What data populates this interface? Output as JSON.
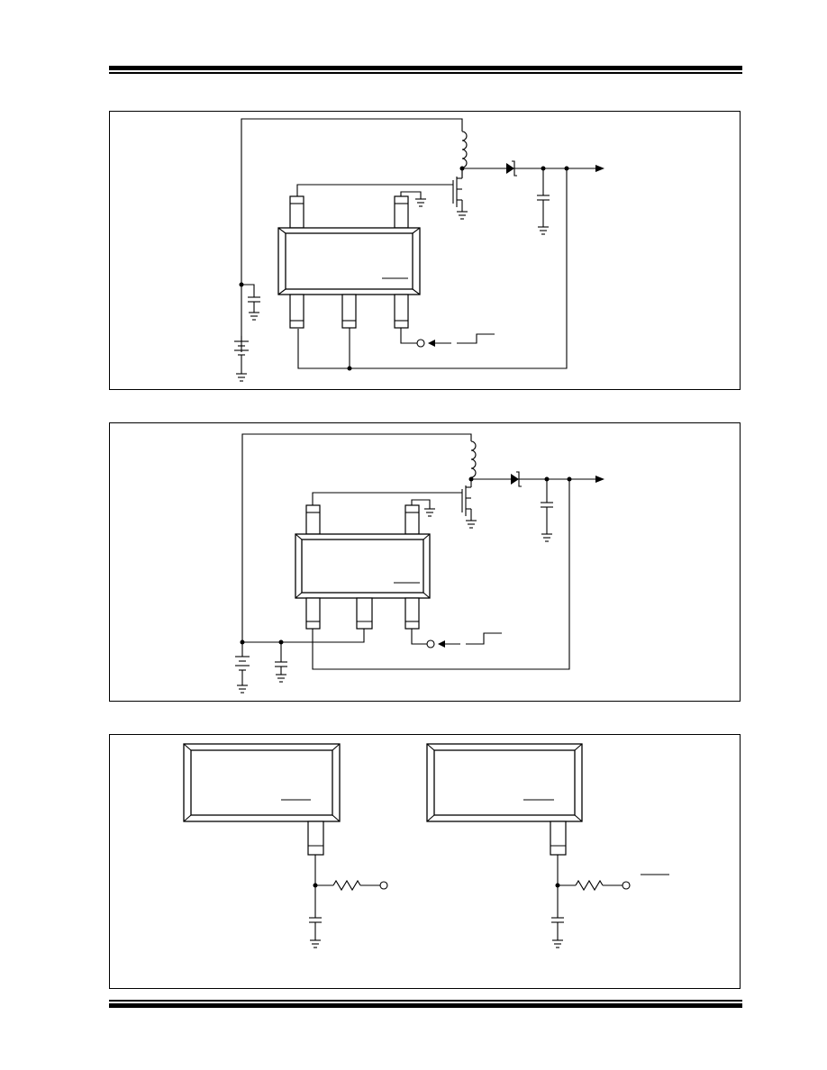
{
  "page": {
    "header_rule": "double-rule-top",
    "footer_rule": "double-rule-bottom"
  },
  "figures": [
    {
      "id": "figure-top",
      "type": "boost-converter-schematic"
    },
    {
      "id": "figure-middle",
      "type": "boost-converter-schematic"
    },
    {
      "id": "figure-bottom",
      "type": "rc-filter-pin-schematic"
    }
  ],
  "icons": [
    "inductor-icon",
    "diode-icon",
    "mosfet-icon",
    "capacitor-icon",
    "ground-icon",
    "battery-icon",
    "resistor-icon",
    "arrow-icon",
    "pulse-icon"
  ]
}
